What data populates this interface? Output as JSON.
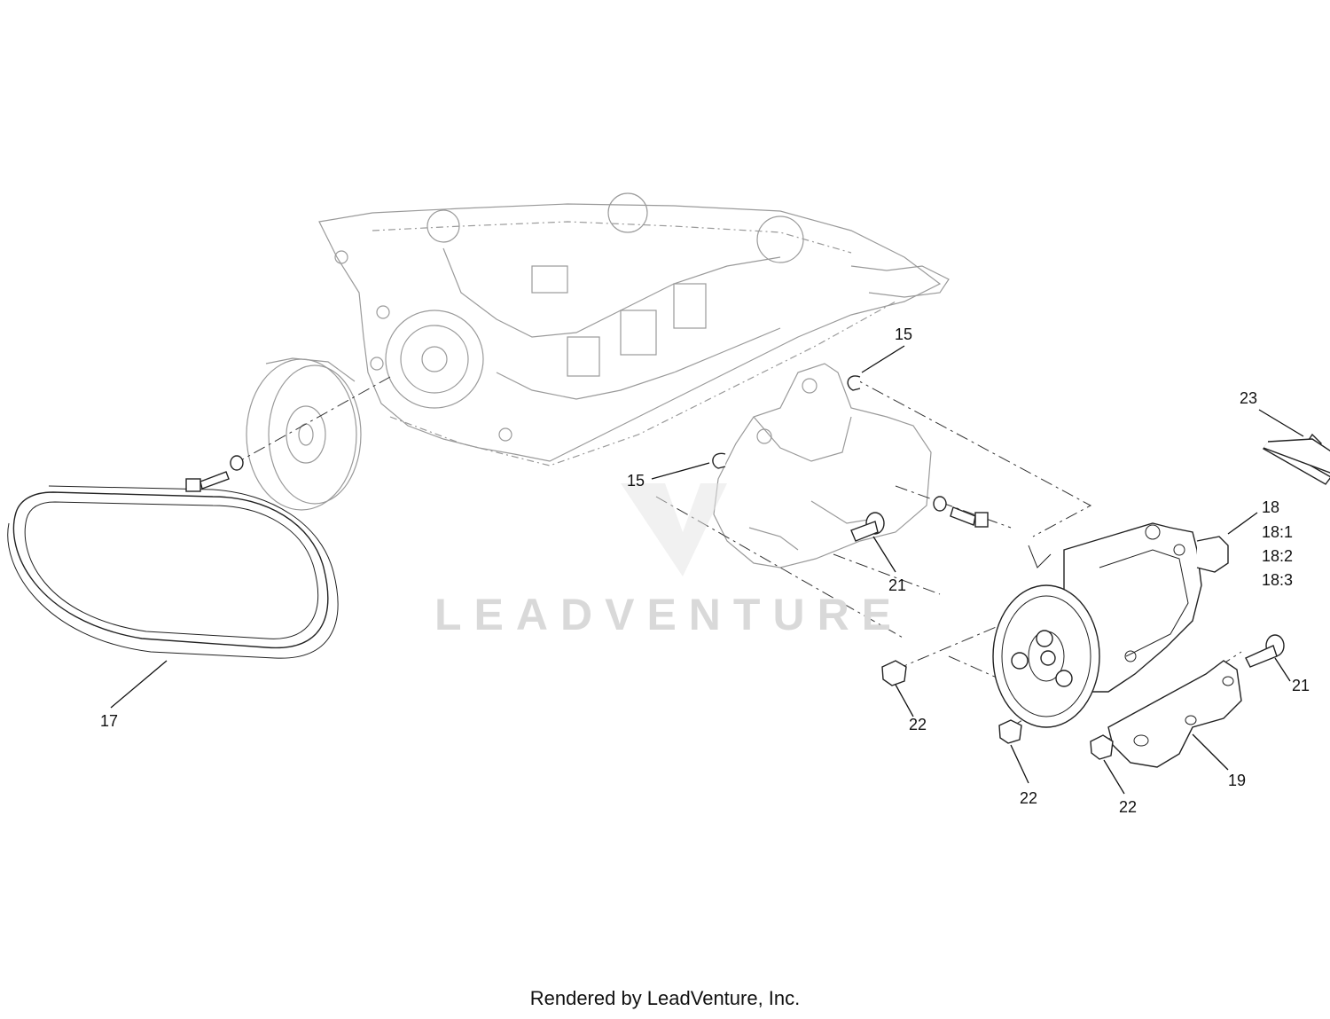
{
  "watermark": "LEADVENTURE",
  "footer": "Rendered by LeadVenture, Inc.",
  "callouts": {
    "c15a": "15",
    "c15b": "15",
    "c17": "17",
    "c18": "18",
    "c18_1": "18:1",
    "c18_2": "18:2",
    "c18_3": "18:3",
    "c19": "19",
    "c21a": "21",
    "c21b": "21",
    "c22a": "22",
    "c22b": "22",
    "c22c": "22",
    "c23": "23"
  }
}
